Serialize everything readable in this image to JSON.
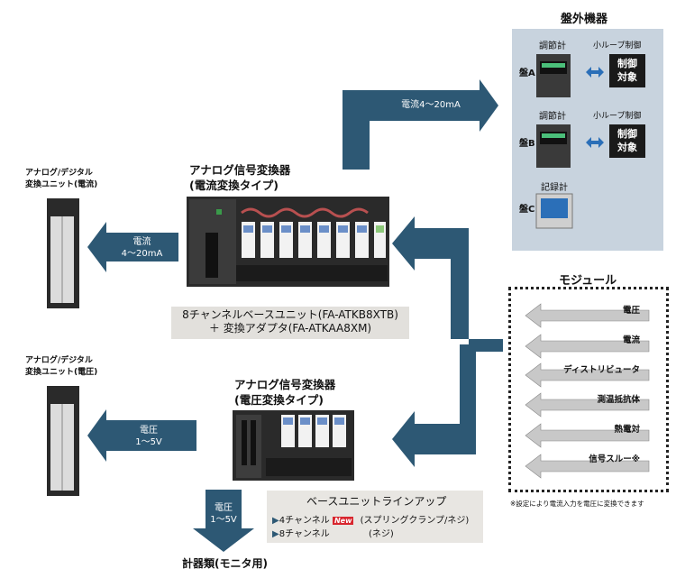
{
  "panel_devices": {
    "title": "盤外機器",
    "rows": [
      {
        "panel": "盤A",
        "device": "調節計",
        "loop": "小ループ制御",
        "target": "制御\n対象"
      },
      {
        "panel": "盤B",
        "device": "調節計",
        "loop": "小ループ制御",
        "target": "制御\n対象"
      },
      {
        "panel": "盤C",
        "device": "記録計"
      }
    ]
  },
  "arrows": {
    "current_out": "電流4～20mA",
    "current_left": "電流\n4～20mA",
    "voltage_left": "電圧\n1～5V",
    "voltage_down": "電圧\n1～5V"
  },
  "converter_current": {
    "title": "アナログ信号変換器\n(電流変換タイプ)",
    "caption_line1": "8チャンネルベースユニット(FA-ATKB8XTB)",
    "caption_line2": "＋ 変換アダプタ(FA-ATKAA8XM)"
  },
  "converter_voltage": {
    "title": "アナログ信号変換器\n(電圧変換タイプ)"
  },
  "ad_unit_current": {
    "title": "アナログ/デジタル\n変換ユニット(電流)"
  },
  "ad_unit_voltage": {
    "title": "アナログ/デジタル\n変換ユニット(電圧)"
  },
  "modules": {
    "title": "モジュール",
    "items": [
      "電圧",
      "電流",
      "ディストリビュータ",
      "測温抵抗体",
      "熱電対",
      "信号スルー※"
    ],
    "note": "※設定により電流入力を電圧に変換できます"
  },
  "lineup": {
    "title": "ベースユニットラインアップ",
    "row1_label": "4チャンネル",
    "new_badge": "New",
    "row1_detail": "(スプリングクランプ/ネジ)",
    "row2_label": "8チャンネル",
    "row2_detail": "(ネジ)"
  },
  "meters": {
    "label": "計器類(モニタ用)"
  },
  "colors": {
    "arrow": "#2d5874",
    "panel_bg": "#c8d3de",
    "arrow_gray": "#c8c8c8"
  }
}
